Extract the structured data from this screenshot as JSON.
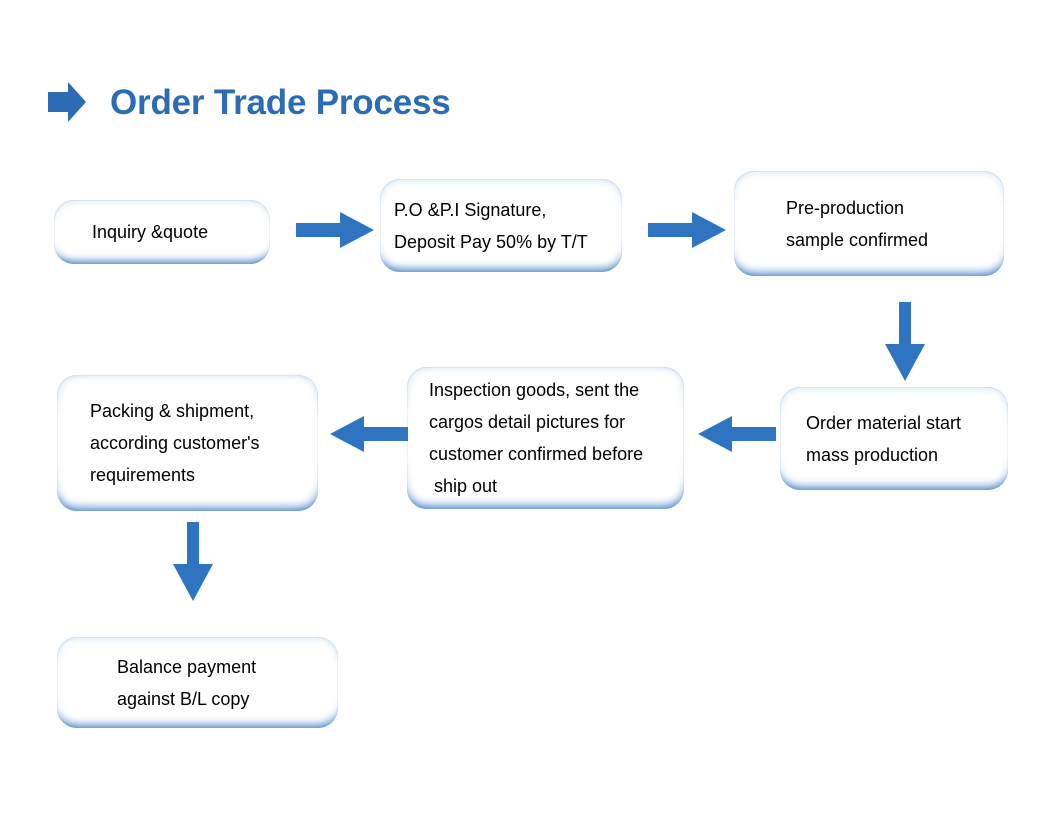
{
  "header": {
    "title": "Order Trade Process",
    "title_color": "#2b6cb5",
    "bullet_icon": "right-arrow-icon"
  },
  "theme": {
    "node_edge_top": "#a9cbe9",
    "node_edge_bottom": "#2a6cc0",
    "node_fill": "#ffffff",
    "node_text_color": "#000000",
    "arrow_color": "#2e74c0",
    "background": "#ffffff"
  },
  "flow": {
    "nodes": [
      {
        "id": "inquiry",
        "lines": [
          "Inquiry &quote"
        ],
        "align": "left"
      },
      {
        "id": "po",
        "lines": [
          "P.O &P.I Signature,",
          "Deposit Pay 50% by T/T"
        ],
        "align": "left"
      },
      {
        "id": "presample",
        "lines": [
          "Pre-production",
          "sample confirmed"
        ],
        "align": "left"
      },
      {
        "id": "material",
        "lines": [
          "Order material start",
          "mass production"
        ],
        "align": "left"
      },
      {
        "id": "inspection",
        "lines": [
          "Inspection goods, sent the",
          "cargos detail pictures for",
          "customer confirmed before",
          " ship out"
        ],
        "align": "left"
      },
      {
        "id": "packing",
        "lines": [
          "Packing & shipment,",
          "according customer's",
          "requirements"
        ],
        "align": "left"
      },
      {
        "id": "balance",
        "lines": [
          "Balance payment",
          "against B/L copy"
        ],
        "align": "left"
      }
    ],
    "connectors": [
      {
        "id": "arrow-1",
        "from": "inquiry",
        "to": "po",
        "direction": "right",
        "icon": "arrow-right-icon"
      },
      {
        "id": "arrow-2",
        "from": "po",
        "to": "presample",
        "direction": "right",
        "icon": "arrow-right-icon"
      },
      {
        "id": "arrow-3",
        "from": "presample",
        "to": "material",
        "direction": "down",
        "icon": "arrow-down-icon"
      },
      {
        "id": "arrow-4",
        "from": "material",
        "to": "inspection",
        "direction": "left",
        "icon": "arrow-left-icon"
      },
      {
        "id": "arrow-5",
        "from": "inspection",
        "to": "packing",
        "direction": "left",
        "icon": "arrow-left-icon"
      },
      {
        "id": "arrow-6",
        "from": "packing",
        "to": "balance",
        "direction": "down",
        "icon": "arrow-down-icon"
      }
    ]
  }
}
